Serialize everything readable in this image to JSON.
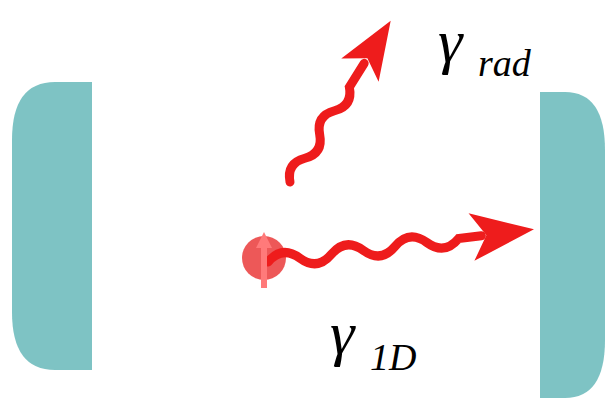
{
  "diagram": {
    "labels": [
      "γ",
      "rad",
      "γ",
      "1D"
    ]
  }
}
